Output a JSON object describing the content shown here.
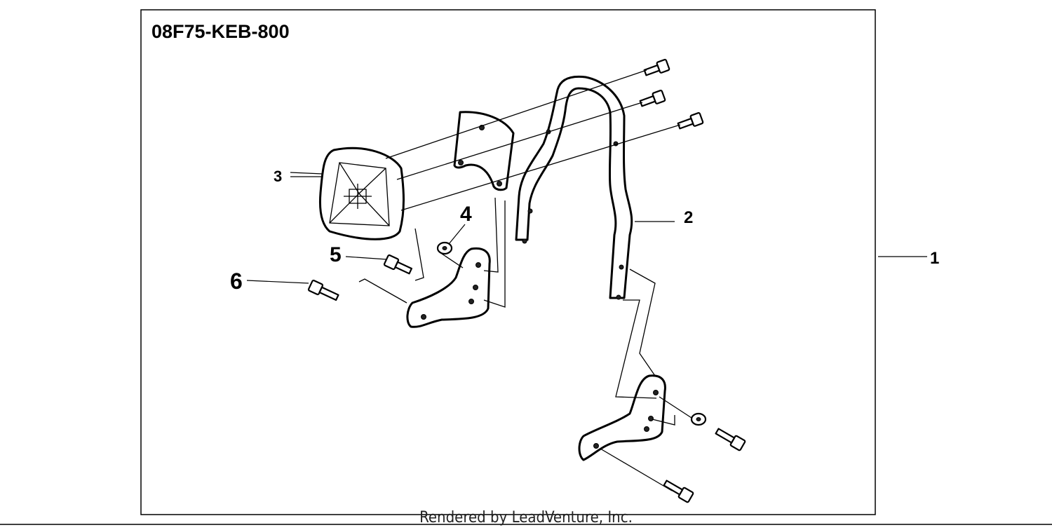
{
  "diagram": {
    "part_number": "08F75-KEB-800",
    "callouts": {
      "c1": "1",
      "c2": "2",
      "c3": "3",
      "c4": "4",
      "c5": "5",
      "c6": "6"
    },
    "footer": "Rendered by LeadVenture, Inc."
  }
}
